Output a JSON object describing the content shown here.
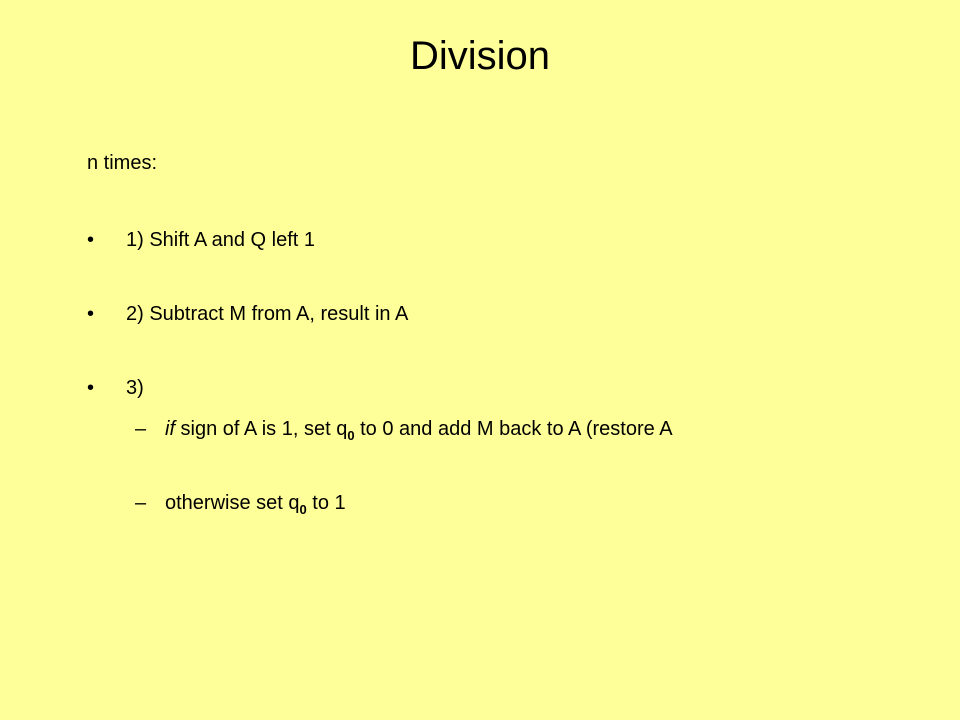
{
  "slide": {
    "title": "Division",
    "intro": "n times:",
    "bullet_symbol": "•",
    "dash_symbol": "–",
    "steps": [
      {
        "text": "1)  Shift A and Q left 1"
      },
      {
        "text": "2)  Subtract M from A, result in A"
      },
      {
        "text": "3)"
      }
    ],
    "substeps": [
      {
        "emphasis": "if",
        "before_sub": " sign of A is 1, set q",
        "sub": "0",
        "after_sub": " to 0 and add M back to A (restore A"
      },
      {
        "before_sub": "otherwise set q",
        "sub": "0",
        "after_sub": " to 1"
      }
    ]
  }
}
